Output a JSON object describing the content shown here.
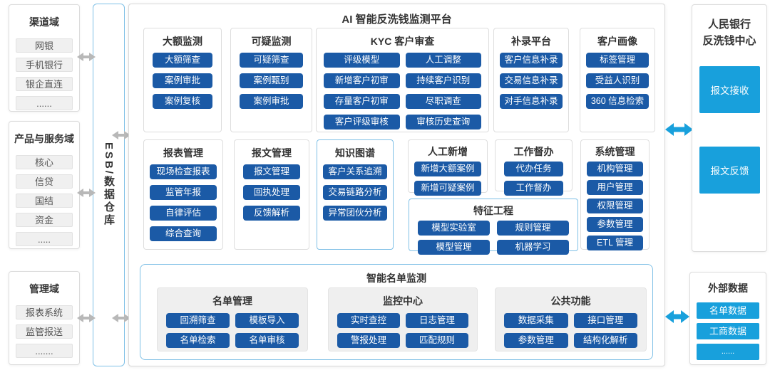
{
  "colors": {
    "primary_blue": "#1b5aa6",
    "bright_blue": "#18a0dc",
    "light_blue_border": "#7fc0e6",
    "arrow_gray": "#b8b8b8",
    "panel_gray_fill": "#efefef"
  },
  "left_column": {
    "boxes": [
      {
        "title": "渠道域",
        "items": [
          "网银",
          "手机银行",
          "银企直连",
          "......"
        ]
      },
      {
        "title": "产品与服务域",
        "items": [
          "核心",
          "信贷",
          "国结",
          "资金",
          "....."
        ]
      },
      {
        "title": "管理域",
        "items": [
          "报表系统",
          "监管报送",
          "......."
        ]
      }
    ]
  },
  "esb": {
    "label": "ESB/数据仓库"
  },
  "platform": {
    "title": "AI 智能反洗钱监测平台",
    "modules_row1": [
      {
        "title": "大额监测",
        "items": [
          "大额筛查",
          "案例审批",
          "案例复核"
        ]
      },
      {
        "title": "可疑监测",
        "items": [
          "可疑筛查",
          "案例甄别",
          "案例审批"
        ]
      },
      {
        "title": "KYC 客户审查",
        "items": [
          "评级模型",
          "人工调整",
          "新增客户初审",
          "持续客户识别",
          "存量客户初审",
          "尽职调查",
          "客户评级审核",
          "审核历史查询"
        ]
      },
      {
        "title": "补录平台",
        "items": [
          "客户信息补录",
          "交易信息补录",
          "对手信息补录"
        ]
      },
      {
        "title": "客户画像",
        "items": [
          "标签管理",
          "受益人识别",
          "360 信息检索"
        ]
      }
    ],
    "modules_row2": [
      {
        "title": "报表管理",
        "items": [
          "现场检查报表",
          "监管年报",
          "自律评估",
          "综合查询"
        ]
      },
      {
        "title": "报文管理",
        "items": [
          "报文管理",
          "回执处理",
          "反馈解析"
        ]
      },
      {
        "title": "知识图谱",
        "items": [
          "客户关系追溯",
          "交易链路分析",
          "异常团伙分析"
        ]
      },
      {
        "title": "人工新增",
        "items": [
          "新增大额案例",
          "新增可疑案例"
        ]
      },
      {
        "title": "工作督办",
        "items": [
          "代办任务",
          "工作督办"
        ]
      },
      {
        "title": "系统管理",
        "items": [
          "机构管理",
          "用户管理",
          "权限管理",
          "参数管理",
          "ETL 管理"
        ]
      },
      {
        "title": "特征工程",
        "items": [
          "模型实验室",
          "规则管理",
          "模型管理",
          "机器学习"
        ]
      }
    ],
    "smart_list": {
      "title": "智能名单监测",
      "groups": [
        {
          "title": "名单管理",
          "items": [
            "回溯筛查",
            "模板导入",
            "名单检索",
            "名单审核"
          ]
        },
        {
          "title": "监控中心",
          "items": [
            "实时查控",
            "日志管理",
            "警报处理",
            "匹配规则"
          ]
        },
        {
          "title": "公共功能",
          "items": [
            "数据采集",
            "接口管理",
            "参数管理",
            "结构化解析"
          ]
        }
      ]
    }
  },
  "right_column": {
    "pboc": {
      "title_line1": "人民银行",
      "title_line2": "反洗钱中心",
      "items": [
        "报文接收",
        "报文反馈"
      ]
    },
    "external": {
      "title": "外部数据",
      "items": [
        "名单数据",
        "工商数据",
        "......"
      ]
    }
  }
}
